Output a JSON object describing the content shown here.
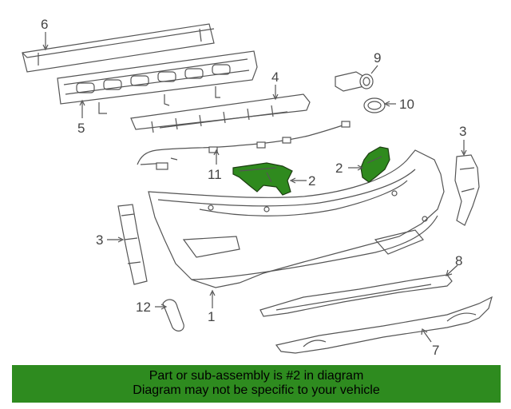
{
  "callouts": {
    "c1": "1",
    "c2a": "2",
    "c2b": "2",
    "c3a": "3",
    "c3b": "3",
    "c4": "4",
    "c5": "5",
    "c6": "6",
    "c7": "7",
    "c8": "8",
    "c9": "9",
    "c10": "10",
    "c11": "11",
    "c12": "12"
  },
  "banner": {
    "line1": "Part or sub-assembly is #2 in diagram",
    "line2": "Diagram may not be specific to your vehicle"
  },
  "colors": {
    "highlight": "#2f8a1e",
    "banner": "#2e8b1f",
    "line": "#555555"
  }
}
